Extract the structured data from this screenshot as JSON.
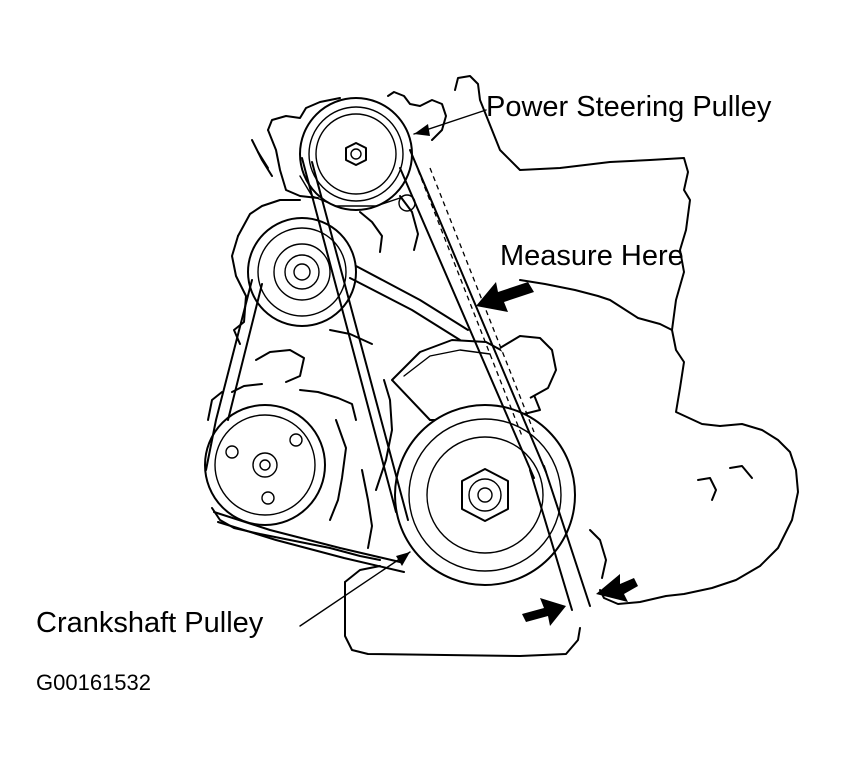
{
  "labels": {
    "power_steering_pulley": "Power Steering Pulley",
    "measure_here": "Measure Here",
    "crankshaft_pulley": "Crankshaft Pulley",
    "figure_code": "G00161532"
  },
  "colors": {
    "ink": "#000000",
    "background": "#ffffff"
  }
}
